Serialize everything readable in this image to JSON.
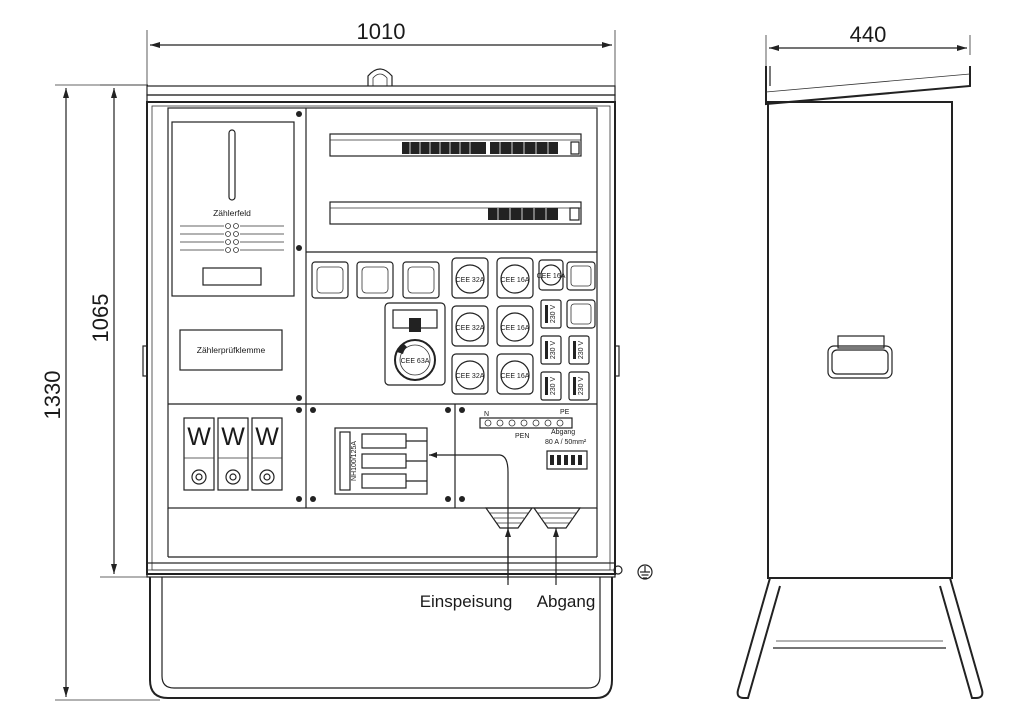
{
  "dimensions": {
    "width_front": "1010",
    "width_side": "440",
    "height_total": "1330",
    "height_cabinet": "1065"
  },
  "labels": {
    "meter_field": "Zählerfeld",
    "meter_test_terminal": "Zählerprüfklemme",
    "cee_32a": "CEE 32A",
    "cee_16a": "CEE 16A",
    "cee_63a": "CEE 63A",
    "schuko": "230 V",
    "fuse_letter": "W",
    "nh_switch": "NH100/125A",
    "n_bar": "N",
    "pe_bar": "PE",
    "pen_bar": "PEN",
    "abgang_terminal": "Abgang",
    "abgang_spec": "80 A / 50mm²",
    "feed_in": "Einspeisung",
    "outgoing": "Abgang"
  },
  "colors": {
    "line": "#222222",
    "background": "#ffffff"
  }
}
